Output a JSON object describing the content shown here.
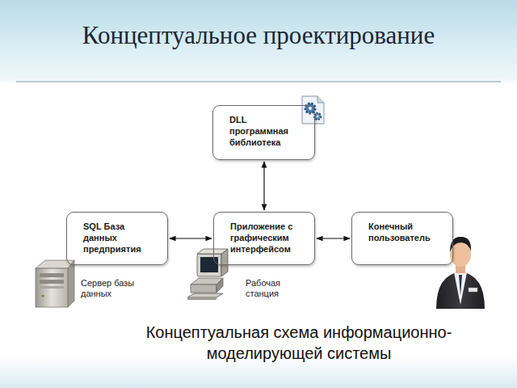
{
  "diagram": {
    "title": "Концептуальное проектирование",
    "caption": "Концептуальная схема информационно-моделирующей системы",
    "nodes": [
      {
        "text": [
          "DLL программная библиотека"
        ]
      },
      {
        "text": [
          "SQL База данных предприятия"
        ]
      },
      {
        "text": [
          "Приложение с графическим интерфейсом"
        ]
      },
      {
        "text": [
          "Конечный пользователь"
        ]
      }
    ],
    "edges": [
      {
        "from": 2,
        "to": 0,
        "arrow": "both"
      },
      {
        "from": 1,
        "to": 2,
        "arrow": "both"
      },
      {
        "from": 2,
        "to": 3,
        "arrow": "both"
      }
    ],
    "labels": [
      "Сервер базы данных",
      "Рабочая станция"
    ]
  }
}
